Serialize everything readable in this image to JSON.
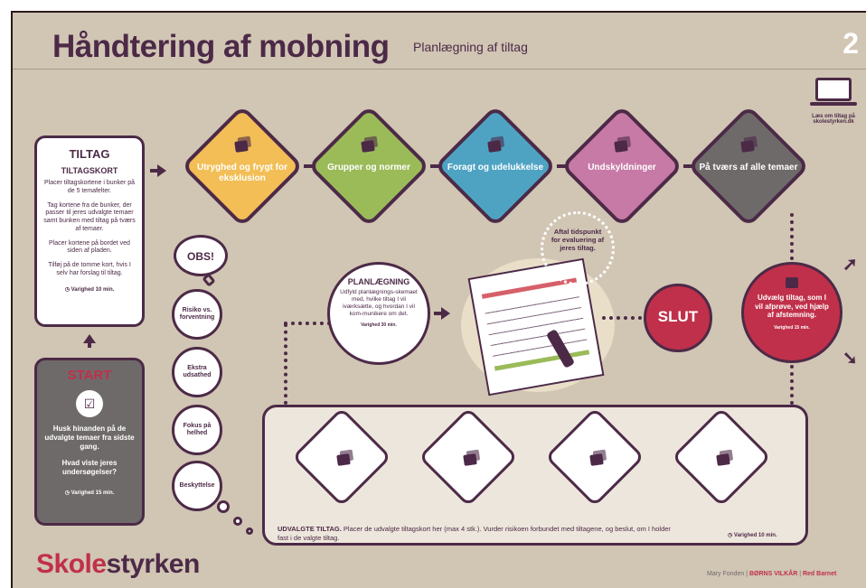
{
  "header": {
    "title": "Håndtering af mobning",
    "subtitle": "Planlægning af tiltag",
    "page_number": "2"
  },
  "laptop": {
    "caption": "Læs om tiltag på skolestyrken.dk"
  },
  "tiltag": {
    "title": "TILTAG",
    "subtitle": "TILTAGSKORT",
    "p1": "Placer tiltagskortene i bunker på de 5 temafelter.",
    "p2": "Tag kortene fra de bunker, der passer til jeres udvalgte temaer samt bunken med tiltag på tværs af temaer.",
    "p3": "Placer kortene på bordet ved siden af pladen.",
    "p4": "Tilføj på de tomme kort, hvis I selv har forslag til tiltag.",
    "duration": "Varighed 10 min."
  },
  "start": {
    "title": "START",
    "q1": "Husk hinanden på de udvalgte temaer fra sidste gang.",
    "q2": "Hvad viste jeres undersøgelser?",
    "duration": "Varighed 15 min."
  },
  "themes": [
    {
      "label": "Utryghed og frygt for eksklusion",
      "color": "#f2be55"
    },
    {
      "label": "Grupper og normer",
      "color": "#9bbb59"
    },
    {
      "label": "Foragt og udelukkelse",
      "color": "#4ea3c3"
    },
    {
      "label": "Undskyldninger",
      "color": "#c77aa5"
    },
    {
      "label": "På tværs af alle temaer",
      "color": "#6f6a6a"
    }
  ],
  "obs": {
    "label": "OBS!",
    "items": [
      "Risiko vs. forventning",
      "Ekstra udsathed",
      "Fokus på helhed",
      "Beskyttelse"
    ]
  },
  "planning": {
    "title": "PLANLÆGNING",
    "text": "Udfyld planlægnings-skemaet med, hvilke tiltag I vil iværksætte, og hvordan I vil kom-munikere om det.",
    "duration": "Varighed 30 min."
  },
  "evaluation": {
    "text": "Aftal tidspunkt for evaluering af jeres tiltag."
  },
  "slut": {
    "label": "SLUT"
  },
  "vote": {
    "text": "Udvælg tiltag, som I vil afprøve, ved hjælp af afstemning.",
    "duration": "Varighed 15 min."
  },
  "selected": {
    "title": "UDVALGTE TILTAG.",
    "text": "Placer de udvalgte tiltagskort her (max 4 stk.). Vurder risikoen forbundet med tiltagene, og beslut, om I holder fast i de valgte tiltag.",
    "duration": "Varighed 10 min."
  },
  "footer": {
    "logo_a": "Skole",
    "logo_b": "styrken",
    "partners": [
      "Mary Fonden",
      "BØRNS VILKÅR",
      "Red Barnet"
    ]
  },
  "colors": {
    "accent": "#4c2a47",
    "brand": "#c0304a",
    "background": "#d1c5b4"
  }
}
